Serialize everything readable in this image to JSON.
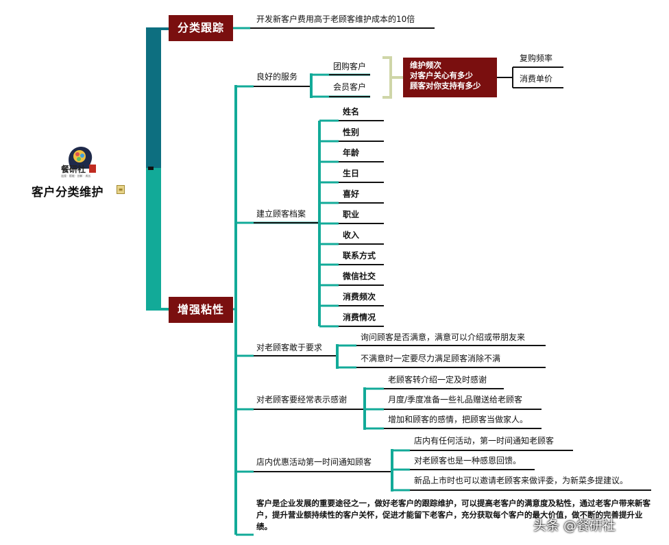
{
  "root": {
    "title": "客户分类维护",
    "note_icon": "note-icon"
  },
  "logo": {
    "name": "餐研社",
    "subtitle": "连接 · 赋能 · 创新 · 成长"
  },
  "branches": [
    {
      "label": "分类跟踪",
      "color": "#7a0f0f"
    },
    {
      "label": "增强粘性",
      "color": "#7a0f0f"
    }
  ],
  "tracking": {
    "item": "开发新客户费用高于老顾客维护成本的10倍"
  },
  "good_service": {
    "label": "良好的服务",
    "children": [
      "团购客户",
      "会员客户"
    ],
    "summary": [
      "维护频次",
      "对客户关心有多少",
      "顾客对你支持有多少"
    ],
    "outcomes": [
      "复购频率",
      "消费单价"
    ]
  },
  "profile": {
    "label": "建立顾客档案",
    "fields": [
      "姓名",
      "性别",
      "年龄",
      "生日",
      "喜好",
      "职业",
      "收入",
      "联系方式",
      "微信社交",
      "消费频次",
      "消费情况"
    ]
  },
  "demands": {
    "label": "对老顾客敢于要求",
    "items": [
      "询问顾客是否满意，满意可以介绍或带朋友来",
      "不满意时一定要尽力满足顾客消除不满"
    ]
  },
  "gratitude": {
    "label": "对老顾客要经常表示感谢",
    "items": [
      "老顾客转介绍一定及时感谢",
      "月度/季度准备一些礼品赠送给老顾客",
      "增加和顾客的感情，把顾客当做家人。"
    ]
  },
  "promo": {
    "label": "店内优惠活动第一时间通知顾客",
    "items": [
      "店内有任何活动，第一时间通知老顾客",
      "对老顾客也是一种感恩回馈。",
      "新品上市时也可以邀请老顾客来做评委，为新菜多提建议。"
    ]
  },
  "summary_paragraph": "客户是企业发展的重要途径之一，做好老客户的跟踪维护，可以提高老客户的满意度及粘性，通过老客户带来新客户，提升营业额持续性的客户关怀，促进才能留下老客户，充分获取每个客户的最大价值，做不断的完善提升业绩。",
  "watermark": "头条 @餐研社",
  "colors": {
    "teal": "#12aa98",
    "dark_teal": "#0d6f80",
    "branch": "#7a0f0f",
    "line": "#111111",
    "bracket": "#cfd6a8"
  }
}
